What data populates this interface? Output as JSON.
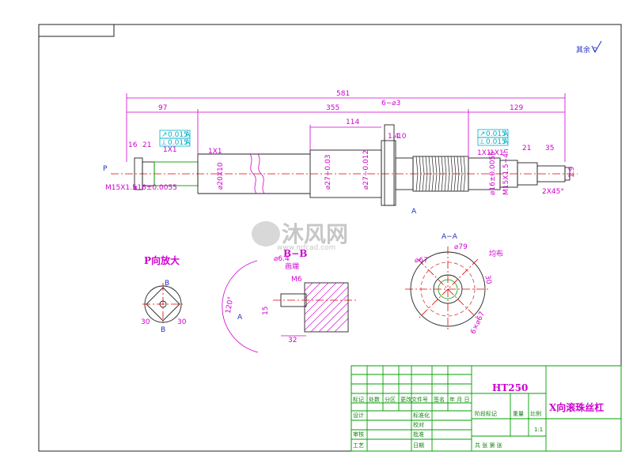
{
  "drawing": {
    "roughness_symbol": "其余",
    "dims": {
      "total": "581",
      "left": "97",
      "middle": "355",
      "right": "129",
      "holes": "6−⌀3",
      "center_len": "114",
      "d16": "16",
      "d21a": "21",
      "d21b": "21",
      "d35": "35",
      "d1x1_a": "1X1",
      "d1x1_b": "1X1",
      "d1x1_c": "1X1",
      "d1x1_d": "1X1",
      "d10": "10",
      "d1_4": "1.4",
      "thread_left": "M15X1.5",
      "tol_left": "⌀16±0.0055",
      "d20": "⌀20X10",
      "d27a": "⌀27−0.03",
      "d27b": "⌀27−0.012",
      "thread_right": "M15X1.5−4h",
      "d16_right": "⌀16±0.0055",
      "d9": "1.9",
      "chamfer": "2X45°",
      "p_mark": "P",
      "a_mark": "A"
    },
    "tolerance_frames": {
      "left": [
        {
          "sym": "↗",
          "val": "0.015",
          "ref": "A"
        },
        {
          "sym": "⟂",
          "val": "0.015",
          "ref": "A"
        }
      ],
      "right": [
        {
          "sym": "↗",
          "val": "0.015",
          "ref": "A"
        },
        {
          "sym": "⟂",
          "val": "0.015",
          "ref": "A"
        }
      ]
    },
    "views": {
      "p_view_title": "P向放大",
      "p_dim_a": "30",
      "p_dim_b": "30",
      "b_label": "B",
      "section_b_title": "B−B",
      "section_b_sub": "画端",
      "sec_b_m6": "M6",
      "sec_b_d64": "⌀6.4",
      "sec_b_angle": "120°",
      "sec_b_32": "32",
      "sec_b_15": "15",
      "section_a_title": "A−A",
      "a_d79": "⌀79",
      "a_d67": "⌀67",
      "a_30": "30",
      "a_6x67": "6×⌀67",
      "a_note": "均布"
    },
    "watermark": {
      "text": "沐风网",
      "url": "www.mfcad.com"
    }
  },
  "title_block": {
    "material": "HT250",
    "part_name": "X向滚珠丝杠",
    "scale": "1:1",
    "rows_left": [
      "标记",
      "处数",
      "分区",
      "更改文件号",
      "签名",
      "年 月 日"
    ],
    "label_design": "设计",
    "label_standard": "标准化",
    "label_audit": "审核",
    "label_process": "工艺",
    "label_check": "校对",
    "label_approve": "批准",
    "label_date": "日期",
    "stage_label": "阶段标记",
    "weight_label": "重量",
    "ratio_label": "比例",
    "sheet_label": "共  张  第  张"
  }
}
